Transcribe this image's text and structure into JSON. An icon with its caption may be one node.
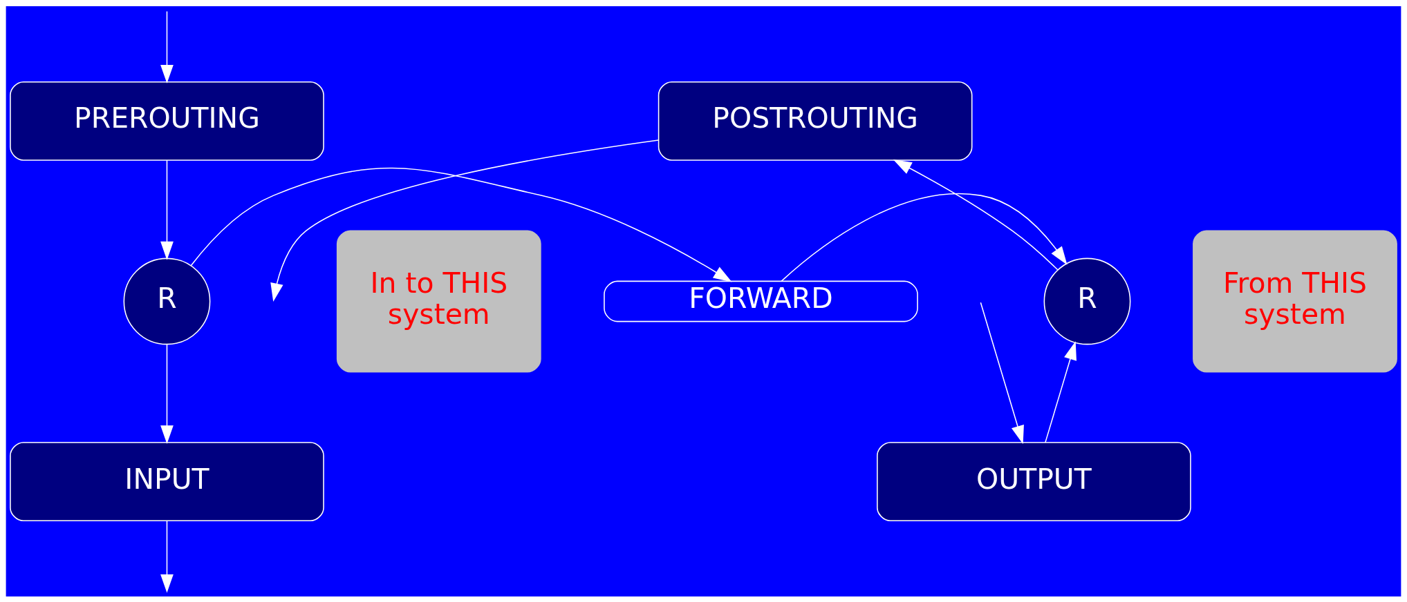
{
  "diagram": {
    "nodes": [
      {
        "text": [
          "PREROUTING"
        ]
      },
      {
        "text": [
          "R"
        ]
      },
      {
        "text": [
          "FORWARD"
        ]
      },
      {
        "text": [
          "R"
        ]
      },
      {
        "text": [
          "POSTROUTING"
        ]
      },
      {
        "text": [
          "In to THIS system"
        ]
      },
      {
        "text": [
          "From THIS system"
        ]
      },
      {
        "text": [
          "INPUT"
        ]
      },
      {
        "text": [
          "OUTPUT"
        ]
      }
    ],
    "edges": [
      {
        "from": null,
        "to": 0,
        "arrow": "to"
      },
      {
        "from": 0,
        "to": 1,
        "arrow": "to"
      },
      {
        "from": 1,
        "to": 2,
        "arrow": "to"
      },
      {
        "from": 2,
        "to": 3,
        "arrow": "to"
      },
      {
        "from": 3,
        "to": 4,
        "arrow": "to"
      },
      {
        "from": 4,
        "to": null,
        "arrow": "to"
      },
      {
        "from": 1,
        "to": 7,
        "arrow": "to"
      },
      {
        "from": 8,
        "to": 3,
        "arrow": "to"
      },
      {
        "from": 7,
        "to": null,
        "arrow": "to"
      },
      {
        "from": null,
        "to": 8,
        "arrow": "to"
      }
    ]
  }
}
